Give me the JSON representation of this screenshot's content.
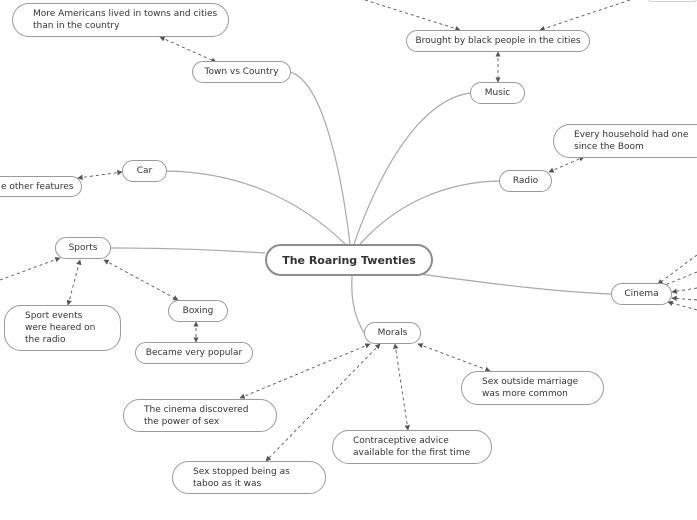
{
  "map": {
    "center": "The Roaring Twenties",
    "branches": {
      "town_vs_country": "Town vs Country",
      "music": "Music",
      "radio": "Radio",
      "car": "Car",
      "sports": "Sports",
      "boxing": "Boxing",
      "cinema": "Cinema",
      "morals": "Morals"
    },
    "notes": {
      "towns_cities": "More Americans lived in towns and cities\nthan in the country",
      "black_people": "Brought by black people in the cities",
      "radio_household": "Every household had one\nsince the Boom",
      "car_features": "e other features",
      "sport_events": "Sport events\nwere heared on\nthe radio",
      "boxing_popular": "Became very popular",
      "cinema_sex": "The cinema discovered\nthe power of sex",
      "sex_taboo": "Sex stopped being as\ntaboo as it was",
      "contraceptive": "Contraceptive advice\navailable for the first time",
      "sex_outside": "Sex outside marriage\nwas more common"
    }
  },
  "colors": {
    "line": "#a0a0a0",
    "dashed": "#555555",
    "border": "#9a9a9a"
  }
}
